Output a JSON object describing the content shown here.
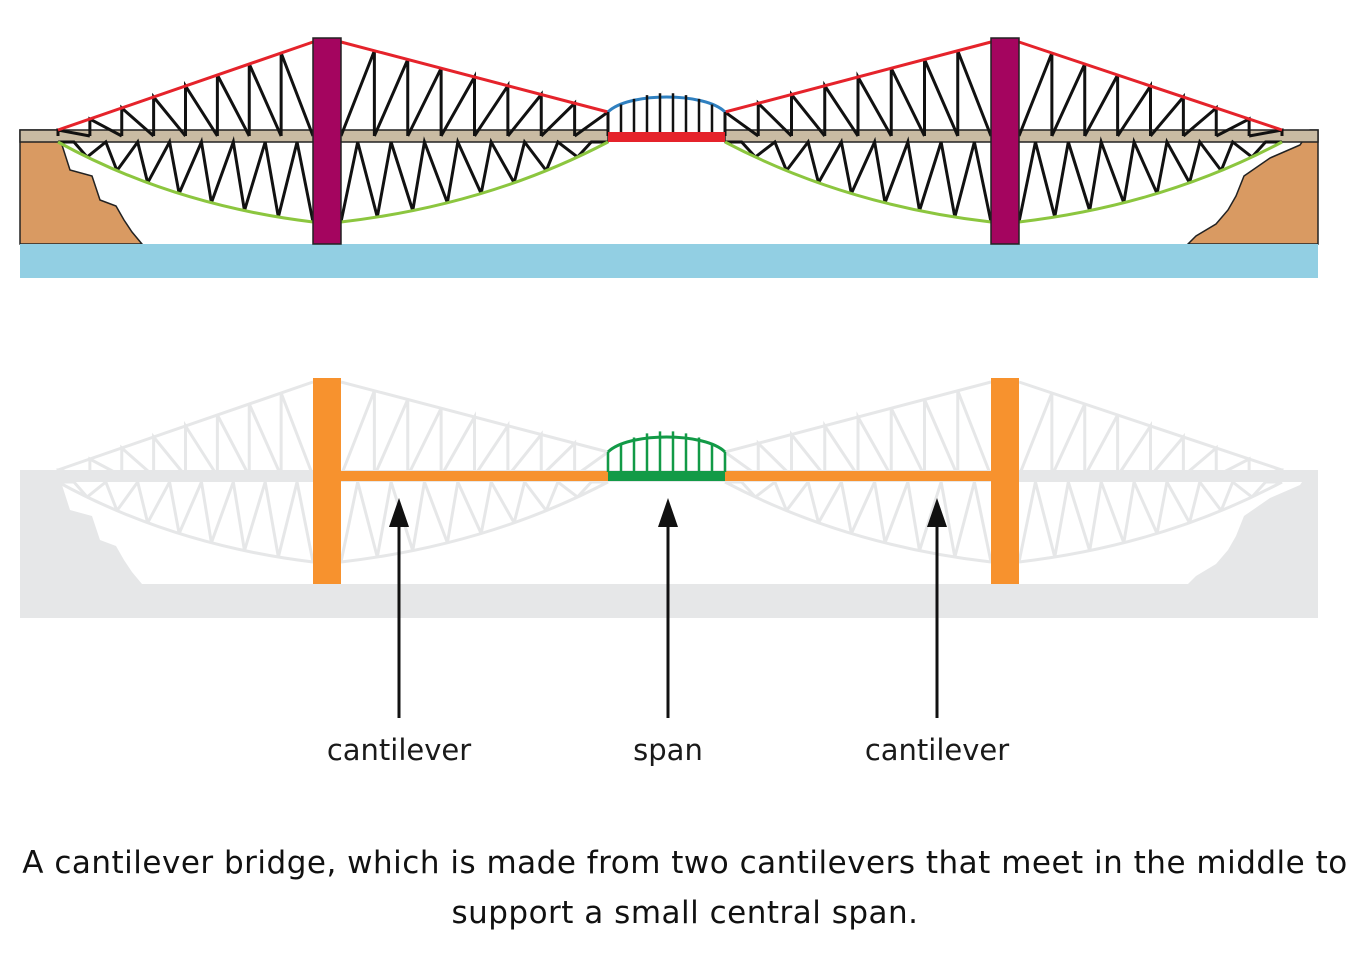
{
  "colors": {
    "tower": "#a4055f",
    "top_chord": "#e5232b",
    "bottom_chord": "#8cc63f",
    "deck": "#c9bba3",
    "span_arch": "#2f80c0",
    "span_deck": "#e5232b",
    "truss": "#111111",
    "cliff": "#d99a62",
    "water": "#92cfe3",
    "faded": "#e6e7e8",
    "highlight_cantilever": "#f7922e",
    "highlight_span": "#129a47"
  },
  "labels": {
    "cantilever_left": "cantilever",
    "span": "span",
    "cantilever_right": "cantilever"
  },
  "caption": "A cantilever bridge, which is made from two cantilevers that meet in the middle to support a small central span."
}
